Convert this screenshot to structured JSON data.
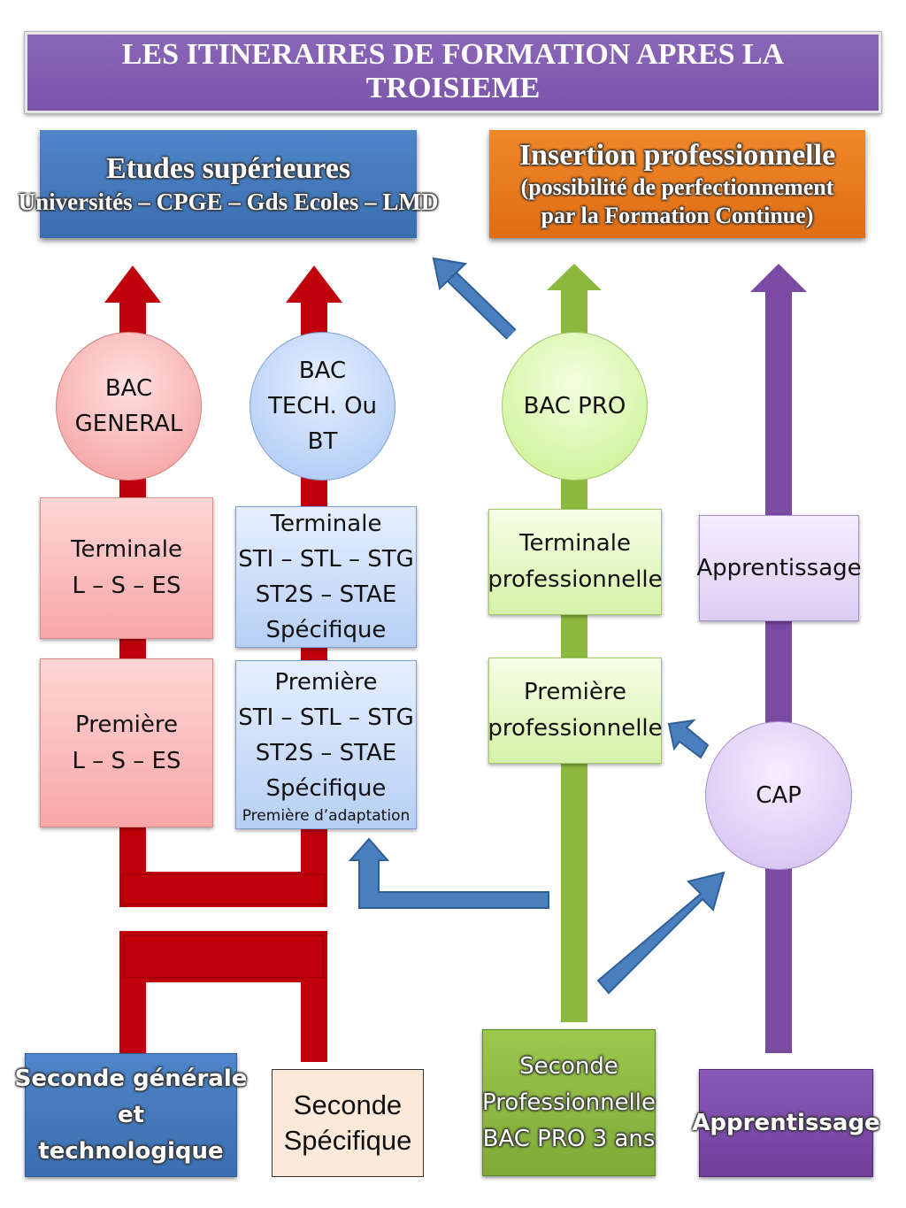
{
  "title": {
    "line1": "LES ITINERAIRES DE FORMATION APRES LA",
    "line2": "TROISIEME"
  },
  "etudes": {
    "title": "Etudes supérieures",
    "subtitle": "Universités – CPGE – Gds Ecoles – LMD"
  },
  "insertion": {
    "title": "Insertion professionnelle",
    "line1": "(possibilité de perfectionnement",
    "line2": "par la Formation Continue)"
  },
  "bac_general": {
    "line1": "BAC",
    "line2": "GENERAL"
  },
  "bac_tech": {
    "line1": "BAC",
    "line2": "TECH. Ou",
    "line3": "BT"
  },
  "bac_pro": {
    "label": "BAC PRO"
  },
  "cap": {
    "label": "CAP"
  },
  "terminale_gen": {
    "line1": "Terminale",
    "line2": "L – S – ES"
  },
  "premiere_gen": {
    "line1": "Première",
    "line2": "L – S – ES"
  },
  "terminale_tech": {
    "line1": "Terminale",
    "line2": "STI – STL – STG",
    "line3": "ST2S – STAE",
    "line4": "Spécifique"
  },
  "premiere_tech": {
    "line1": "Première",
    "line2": "STI – STL – STG",
    "line3": "ST2S – STAE",
    "line4": "Spécifique",
    "line5": "Première d’adaptation"
  },
  "terminale_pro": {
    "line1": "Terminale",
    "line2": "professionnelle"
  },
  "premiere_pro": {
    "line1": "Première",
    "line2": "professionnelle"
  },
  "apprentissage_mid": {
    "label": "Apprentissage"
  },
  "seconde_gen": {
    "line1": "Seconde générale",
    "line2": "et",
    "line3": "technologique"
  },
  "seconde_spec": {
    "line1": "Seconde",
    "line2": "Spécifique"
  },
  "seconde_pro": {
    "line1": "Seconde",
    "line2": "Professionnelle",
    "line3": "BAC PRO 3 ans"
  },
  "apprentissage_bottom": {
    "label": "Apprentissage"
  },
  "colors": {
    "red": "#c0000b",
    "green": "#8cb83e",
    "purple": "#7a4aa3",
    "blue": "#4a7fbf",
    "orange": "#e8781f"
  }
}
